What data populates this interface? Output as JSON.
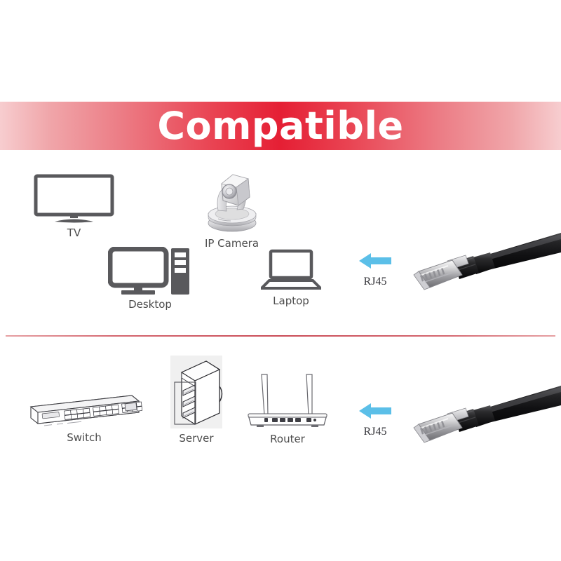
{
  "banner": {
    "title": "Compatible",
    "accent_color": "#e51f34",
    "text_color": "#ffffff"
  },
  "divider": {
    "color": "#c94b56"
  },
  "rows": [
    {
      "name": "consumer-devices",
      "devices": [
        {
          "id": "tv",
          "label": "TV",
          "icon": "tv-icon"
        },
        {
          "id": "ipcamera",
          "label": "IP Camera",
          "icon": "ip-camera-icon"
        },
        {
          "id": "desktop",
          "label": "Desktop",
          "icon": "desktop-computer-icon"
        },
        {
          "id": "laptop",
          "label": "Laptop",
          "icon": "laptop-icon"
        }
      ],
      "connector": {
        "label": "RJ45",
        "arrow": "arrow-left-icon",
        "arrow_color": "#5bbfe8",
        "cable": "rj45-ethernet-cable"
      }
    },
    {
      "name": "network-devices",
      "devices": [
        {
          "id": "switch",
          "label": "Switch",
          "icon": "network-switch-icon"
        },
        {
          "id": "server",
          "label": "Server",
          "icon": "server-rack-icon"
        },
        {
          "id": "router",
          "label": "Router",
          "icon": "wifi-router-icon"
        }
      ],
      "connector": {
        "label": "RJ45",
        "arrow": "arrow-left-icon",
        "arrow_color": "#5bbfe8",
        "cable": "rj45-ethernet-cable"
      }
    }
  ],
  "labels": {
    "tv": "TV",
    "ip_camera": "IP Camera",
    "desktop": "Desktop",
    "laptop": "Laptop",
    "switch": "Switch",
    "server": "Server",
    "router": "Router",
    "rj45_top": "RJ45",
    "rj45_bottom": "RJ45"
  }
}
